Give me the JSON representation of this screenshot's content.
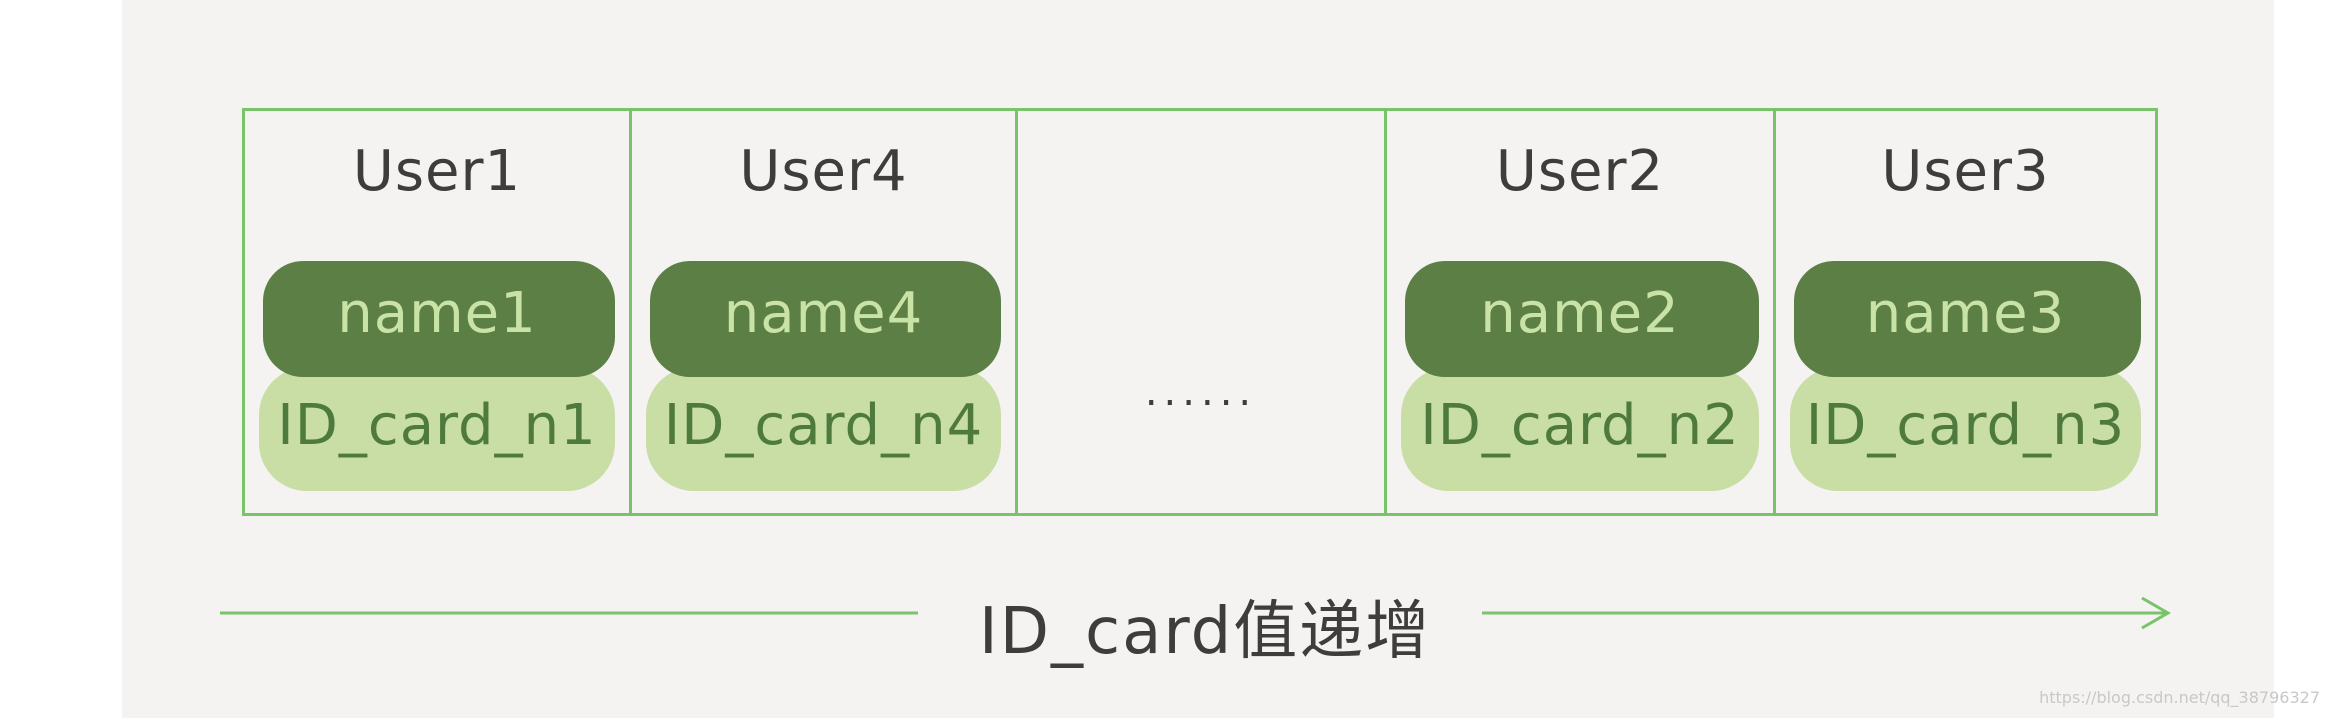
{
  "cells": [
    {
      "user": "User1",
      "name": "name1",
      "id_card": "ID_card_n1"
    },
    {
      "user": "User4",
      "name": "name4",
      "id_card": "ID_card_n4"
    },
    {
      "placeholder": "......"
    },
    {
      "user": "User2",
      "name": "name2",
      "id_card": "ID_card_n2"
    },
    {
      "user": "User3",
      "name": "name3",
      "id_card": "ID_card_n3"
    }
  ],
  "axis": {
    "label": "ID_card值递增",
    "direction": "increasing"
  },
  "watermark": "https://blog.csdn.net/qq_38796327",
  "colors": {
    "border": "#79c36a",
    "name_pill": "#5c7f45",
    "id_pill": "#c8dea4",
    "background": "#f4f3f1"
  }
}
